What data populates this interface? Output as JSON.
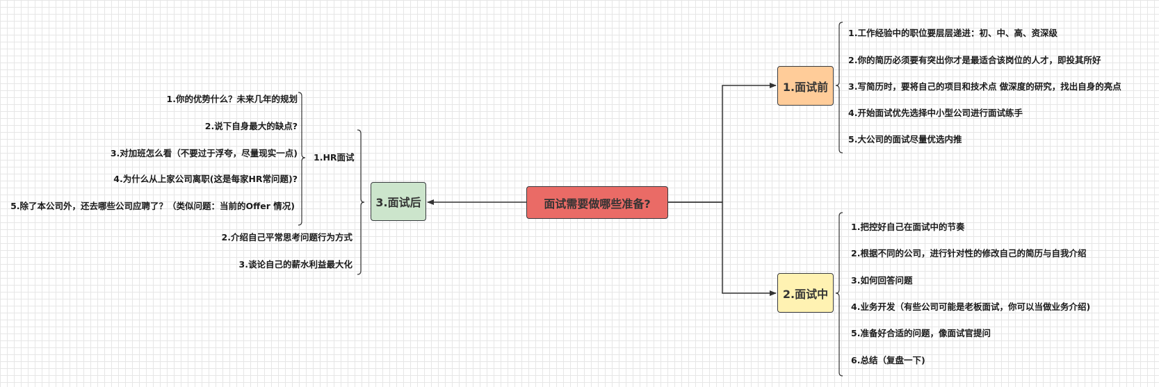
{
  "root": {
    "label": "面试需要做哪些准备?"
  },
  "branches": {
    "before": {
      "label": "1.面试前",
      "items": [
        "1.工作经验中的职位要层层递进：初、中、高、资深级",
        "2.你的简历必须要有突出你才是最适合该岗位的人才，即投其所好",
        "3.写简历时，要将自己的项目和技术点 做深度的研究，找出自身的亮点",
        "4.开始面试优先选择中小型公司进行面试练手",
        "5.大公司的面试尽量优选内推"
      ]
    },
    "during": {
      "label": "2.面试中",
      "items": [
        "1.把控好自己在面试中的节奏",
        "2.根据不同的公司，进行针对性的修改自己的简历与自我介绍",
        "3.如何回答问题",
        "4.业务开发（有些公司可能是老板面试，你可以当做业务介绍)",
        "5.准备好合适的问题，像面试官提问",
        "6.总结（复盘一下)"
      ]
    },
    "after": {
      "label": "3.面试后",
      "hr": {
        "label": "1.HR面试",
        "items": [
          "1.你的优势什么？未来几年的规划",
          "2.说下自身最大的缺点?",
          "3.对加班怎么看（不要过于浮夸，尽量现实一点)",
          "4.为什么从上家公司离职(这是每家HR常问题)?",
          "5.除了本公司外，还去哪些公司应聘了？（类似问题：当前的Offer 情况)"
        ]
      },
      "items": [
        "2.介绍自己平常思考问题行为方式",
        "3.谈论自己的薪水利益最大化"
      ]
    }
  },
  "colors": {
    "root": "#ea6b66",
    "before": "#ffcc99",
    "during": "#fff2b2",
    "after": "#cce5cc",
    "line": "#333333",
    "grid": "#e6e6e6"
  }
}
